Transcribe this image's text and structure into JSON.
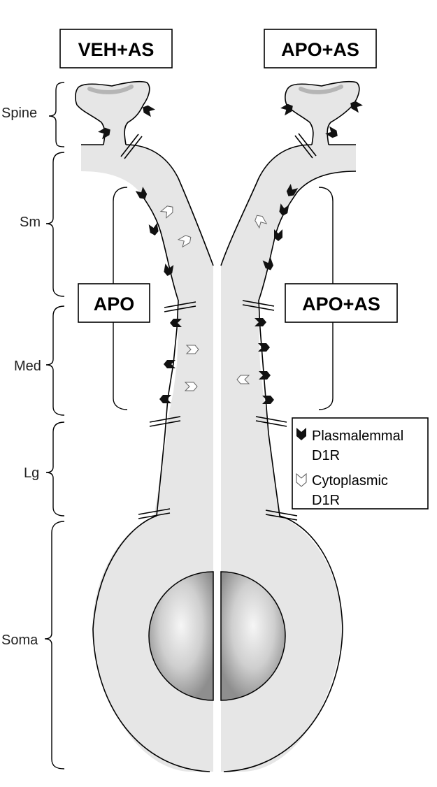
{
  "panels": {
    "left_title": "VEH+AS",
    "right_title": "APO+AS"
  },
  "compartments": {
    "spine": "Spine",
    "sm": "Sm",
    "med": "Med",
    "lg": "Lg",
    "soma": "Soma"
  },
  "treatment_boxes": {
    "left": "APO",
    "right": "APO+AS"
  },
  "legend": {
    "plasmalemmal_line1": "Plasmalemmal",
    "plasmalemmal_line2": "D1R",
    "cytoplasmic_line1": "Cytoplasmic",
    "cytoplasmic_line2": "D1R"
  },
  "colors": {
    "cell_fill": "#e6e6e6",
    "plasmalemmal_marker": "#111111",
    "cytoplasmic_marker": "#ffffff"
  }
}
